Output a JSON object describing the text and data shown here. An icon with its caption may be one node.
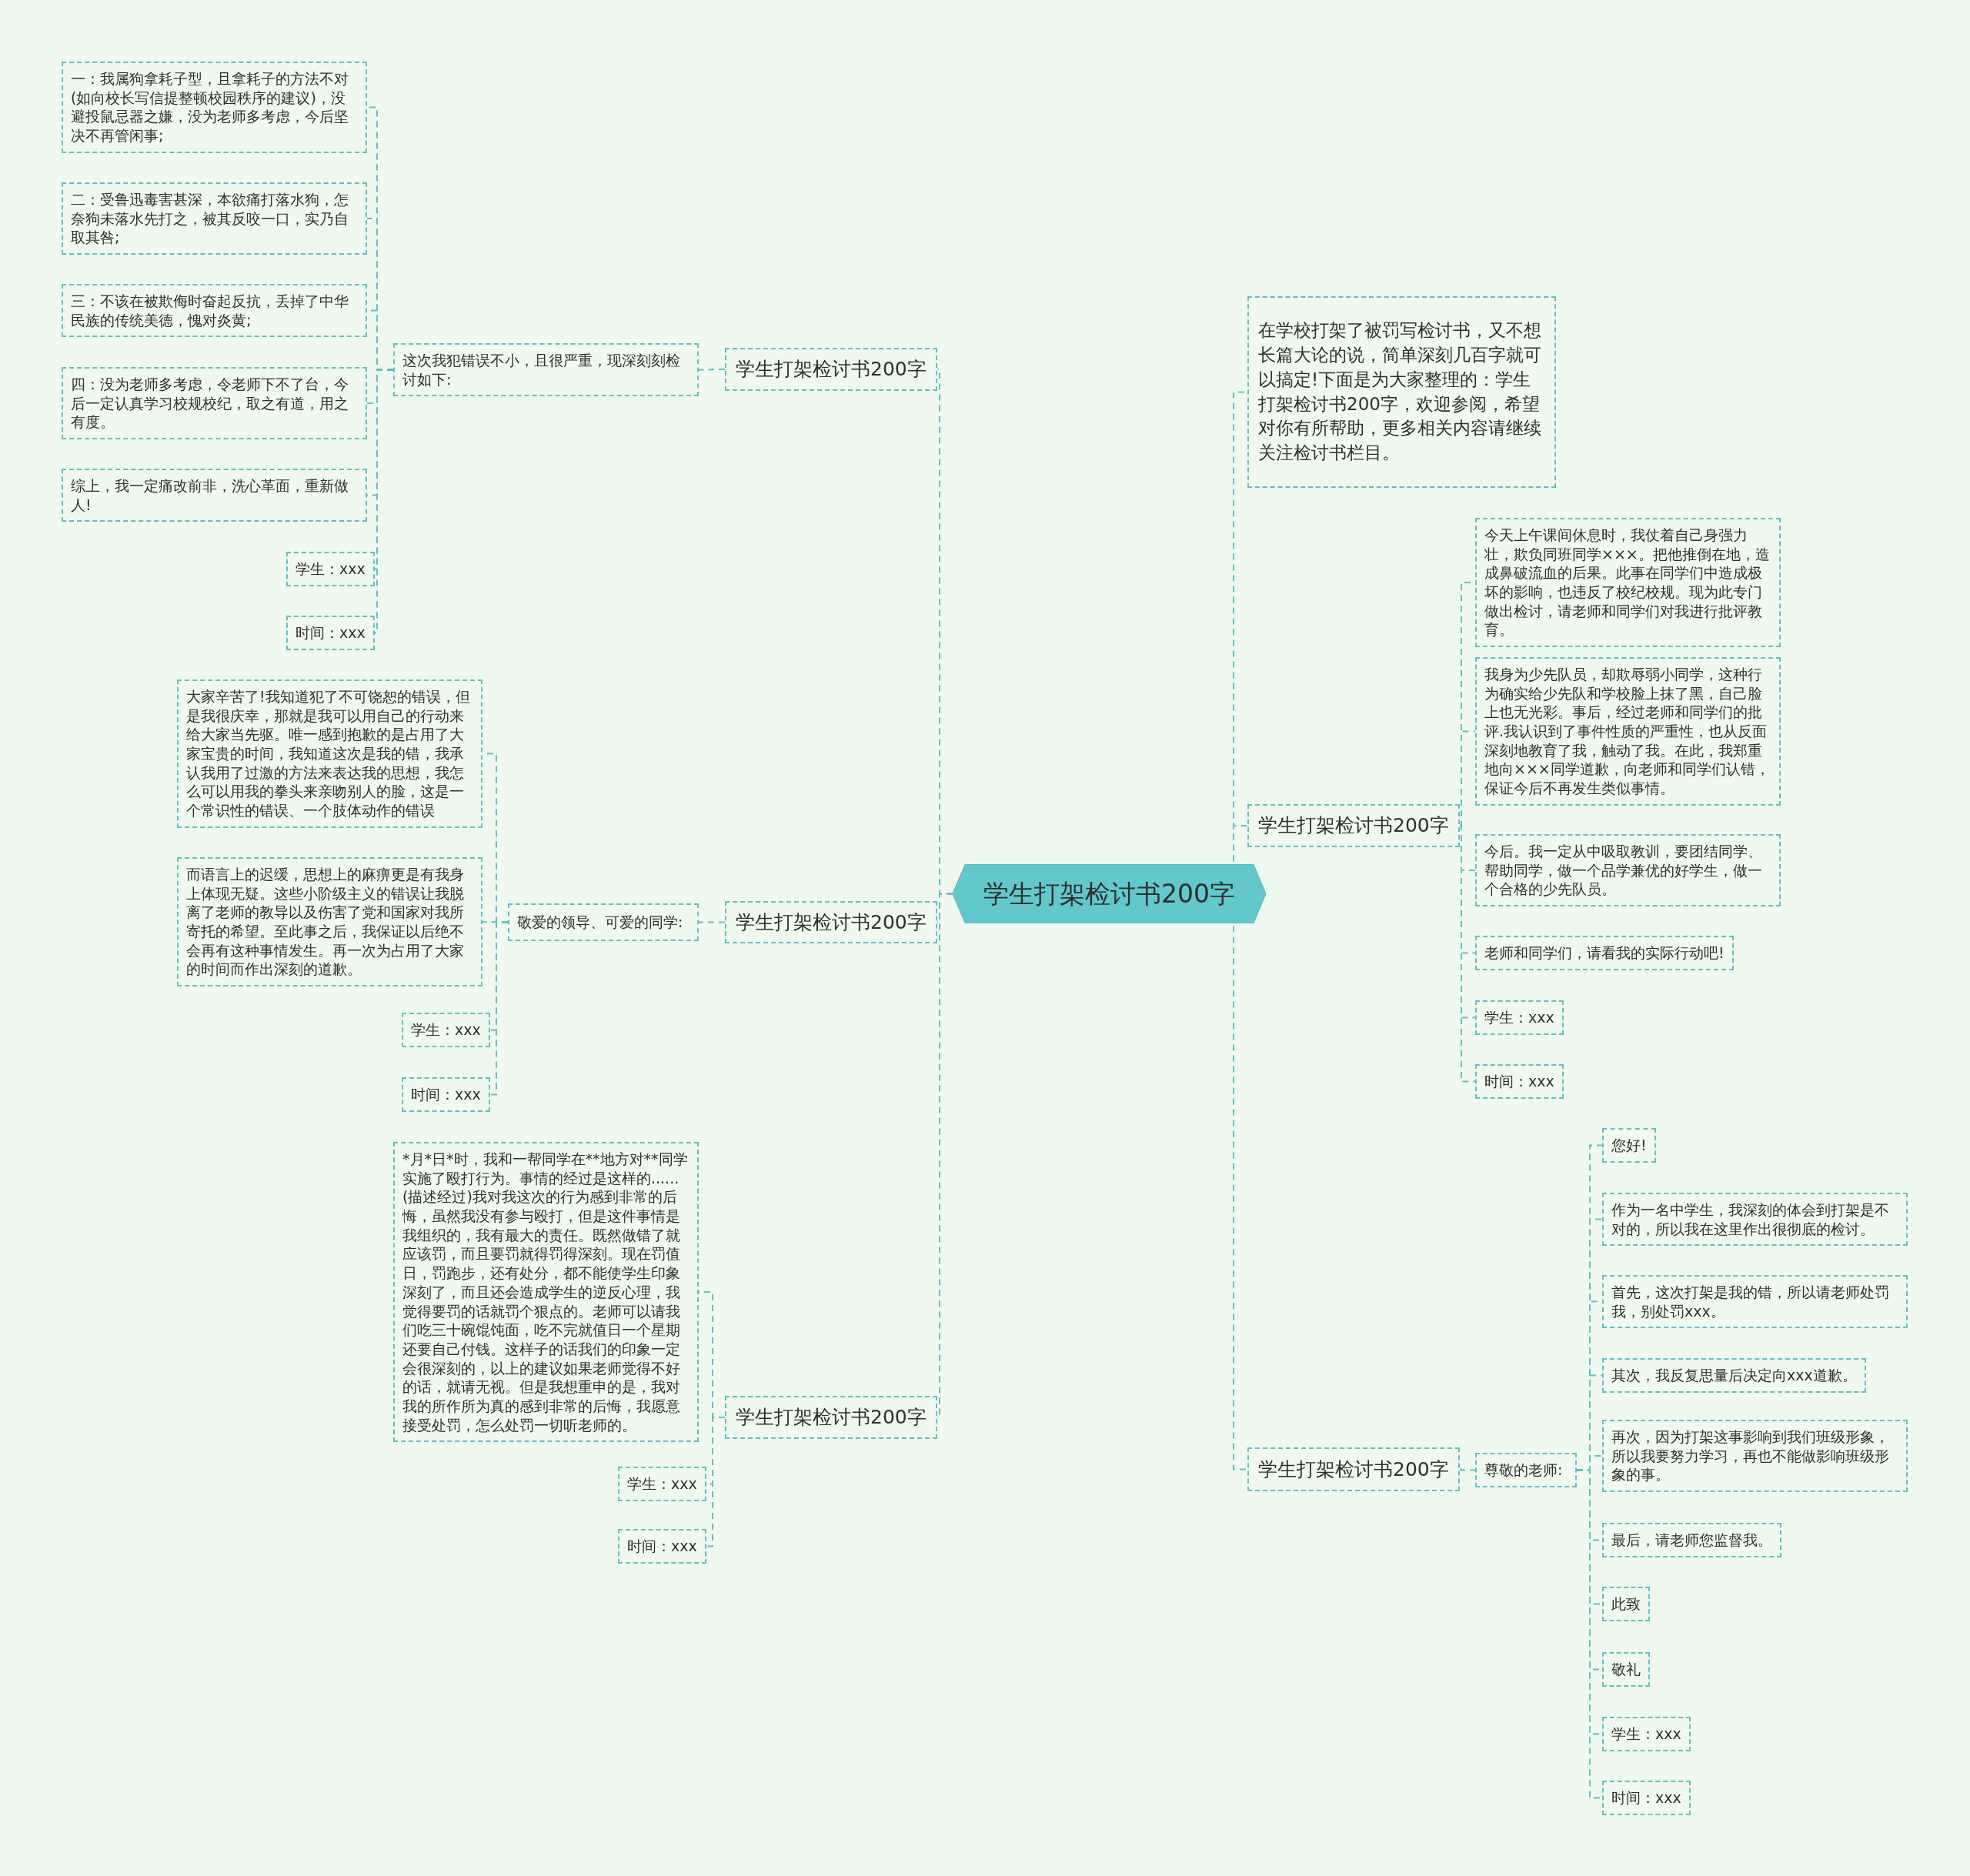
{
  "diagram": {
    "nodes": [
      {
        "text": [
          "学生打架检讨书200字"
        ]
      },
      {
        "text": [
          "学生打架检讨书200字"
        ]
      },
      {
        "text": [
          "这次我犯错误不小，且很严重，现深刻刻检讨如下:"
        ]
      },
      {
        "text": [
          "一：我属狗拿耗子型，且拿耗子的方法不对(如向校长写信提整顿校园秩序的建议)，没避投鼠忌器之嫌，没为老师多考虑，今后坚决不再管闲事;"
        ]
      },
      {
        "text": [
          "二：受鲁迅毒害甚深，本欲痛打落水狗，怎奈狗未落水先打之，被其反咬一口，实乃自取其咎;"
        ]
      },
      {
        "text": [
          "三：不该在被欺侮时奋起反抗，丢掉了中华民族的传统美德，愧对炎黄;"
        ]
      },
      {
        "text": [
          "四：没为老师多考虑，令老师下不了台，今后一定认真学习校规校纪，取之有道，用之有度。"
        ]
      },
      {
        "text": [
          "综上，我一定痛改前非，洗心革面，重新做人!"
        ]
      },
      {
        "text": [
          "学生：xxx"
        ]
      },
      {
        "text": [
          "时间：xxx"
        ]
      },
      {
        "text": [
          "学生打架检讨书200字"
        ]
      },
      {
        "text": [
          "敬爱的领导、可爱的同学:"
        ]
      },
      {
        "text": [
          "大家辛苦了!我知道犯了不可饶恕的错误，但是我很庆幸，那就是我可以用自己的行动来给大家当先驱。唯一感到抱歉的是占用了大家宝贵的时间，我知道这次是我的错，我承认我用了过激的方法来表达我的思想，我怎么可以用我的拳头来亲吻别人的脸，这是一个常识性的错误、一个肢体动作的错误"
        ]
      },
      {
        "text": [
          "而语言上的迟缓，思想上的麻痹更是有我身上体现无疑。这些小阶级主义的错误让我脱离了老师的教导以及伤害了党和国家对我所寄托的希望。至此事之后，我保证以后绝不会再有这种事情发生。再一次为占用了大家的时间而作出深刻的道歉。"
        ]
      },
      {
        "text": [
          "学生：xxx"
        ]
      },
      {
        "text": [
          "时间：xxx"
        ]
      },
      {
        "text": [
          "学生打架检讨书200字"
        ]
      },
      {
        "text": [
          "*月*日*时，我和一帮同学在**地方对**同学实施了殴打行为。事情的经过是这样的......(描述经过)我对我这次的行为感到非常的后悔，虽然我没有参与殴打，但是这件事情是我组织的，我有最大的责任。既然做错了就应该罚，而且要罚就得罚得深刻。现在罚值日，罚跑步，还有处分，都不能使学生印象深刻了，而且还会造成学生的逆反心理，我觉得要罚的话就罚个狠点的。老师可以请我们吃三十碗馄饨面，吃不完就值日一个星期还要自己付钱。这样子的话我们的印象一定会很深刻的，以上的建议如果老师觉得不好的话，就请无视。但是我想重申的是，我对我的所作所为真的感到非常的后悔，我愿意接受处罚，怎么处罚一切听老师的。"
        ]
      },
      {
        "text": [
          "学生：xxx"
        ]
      },
      {
        "text": [
          "时间：xxx"
        ]
      },
      {
        "text": [
          "在学校打架了被罚写检讨书，又不想长篇大论的说，简单深刻几百字就可以搞定!下面是为大家整理的：学生打架检讨书200字，欢迎参阅，希望对你有所帮助，更多相关内容请继续关注检讨书栏目。"
        ]
      },
      {
        "text": [
          "学生打架检讨书200字"
        ]
      },
      {
        "text": [
          "今天上午课间休息时，我仗着自己身强力壮，欺负同班同学×××。把他推倒在地，造成鼻破流血的后果。此事在同学们中造成极坏的影响，也违反了校纪校规。现为此专门做出检讨，请老师和同学们对我进行批评教育。"
        ]
      },
      {
        "text": [
          "我身为少先队员，却欺辱弱小同学，这种行为确实给少先队和学校脸上抹了黑，自己脸上也无光彩。事后，经过老师和同学们的批评.我认识到了事件性质的严重性，也从反面深刻地教育了我，触动了我。在此，我郑重地向×××同学道歉，向老师和同学们认错，保证今后不再发生类似事情。"
        ]
      },
      {
        "text": [
          "今后。我一定从中吸取教训，要团结同学、帮助同学，做一个品学兼优的好学生，做一个合格的少先队员。"
        ]
      },
      {
        "text": [
          "老师和同学们，请看我的实际行动吧!"
        ]
      },
      {
        "text": [
          "学生：xxx"
        ]
      },
      {
        "text": [
          "时间：xxx"
        ]
      },
      {
        "text": [
          "学生打架检讨书200字"
        ]
      },
      {
        "text": [
          "尊敬的老师:"
        ]
      },
      {
        "text": [
          "您好!"
        ]
      },
      {
        "text": [
          "作为一名中学生，我深刻的体会到打架是不对的，所以我在这里作出很彻底的检讨。"
        ]
      },
      {
        "text": [
          "首先，这次打架是我的错，所以请老师处罚我，别处罚xxx。"
        ]
      },
      {
        "text": [
          "其次，我反复思量后决定向xxx道歉。"
        ]
      },
      {
        "text": [
          "再次，因为打架这事影响到我们班级形象，所以我要努力学习，再也不能做影响班级形象的事。"
        ]
      },
      {
        "text": [
          "最后，请老师您监督我。"
        ]
      },
      {
        "text": [
          "此致"
        ]
      },
      {
        "text": [
          "敬礼"
        ]
      },
      {
        "text": [
          "学生：xxx"
        ]
      },
      {
        "text": [
          "时间：xxx"
        ]
      }
    ],
    "edges": [
      {
        "from": 0,
        "to": 1,
        "arrow": "none"
      },
      {
        "from": 1,
        "to": 2,
        "arrow": "none"
      },
      {
        "from": 2,
        "to": 3,
        "arrow": "none"
      },
      {
        "from": 2,
        "to": 4,
        "arrow": "none"
      },
      {
        "from": 2,
        "to": 5,
        "arrow": "none"
      },
      {
        "from": 2,
        "to": 6,
        "arrow": "none"
      },
      {
        "from": 2,
        "to": 7,
        "arrow": "none"
      },
      {
        "from": 2,
        "to": 8,
        "arrow": "none"
      },
      {
        "from": 2,
        "to": 9,
        "arrow": "none"
      },
      {
        "from": 0,
        "to": 10,
        "arrow": "none"
      },
      {
        "from": 10,
        "to": 11,
        "arrow": "none"
      },
      {
        "from": 11,
        "to": 12,
        "arrow": "none"
      },
      {
        "from": 11,
        "to": 13,
        "arrow": "none"
      },
      {
        "from": 11,
        "to": 14,
        "arrow": "none"
      },
      {
        "from": 11,
        "to": 15,
        "arrow": "none"
      },
      {
        "from": 0,
        "to": 16,
        "arrow": "none"
      },
      {
        "from": 16,
        "to": 17,
        "arrow": "none"
      },
      {
        "from": 16,
        "to": 18,
        "arrow": "none"
      },
      {
        "from": 16,
        "to": 19,
        "arrow": "none"
      },
      {
        "from": 0,
        "to": 20,
        "arrow": "none"
      },
      {
        "from": 0,
        "to": 21,
        "arrow": "none"
      },
      {
        "from": 21,
        "to": 22,
        "arrow": "none"
      },
      {
        "from": 21,
        "to": 23,
        "arrow": "none"
      },
      {
        "from": 21,
        "to": 24,
        "arrow": "none"
      },
      {
        "from": 21,
        "to": 25,
        "arrow": "none"
      },
      {
        "from": 21,
        "to": 26,
        "arrow": "none"
      },
      {
        "from": 21,
        "to": 27,
        "arrow": "none"
      },
      {
        "from": 0,
        "to": 28,
        "arrow": "none"
      },
      {
        "from": 28,
        "to": 29,
        "arrow": "none"
      },
      {
        "from": 29,
        "to": 30,
        "arrow": "none"
      },
      {
        "from": 29,
        "to": 31,
        "arrow": "none"
      },
      {
        "from": 29,
        "to": 32,
        "arrow": "none"
      },
      {
        "from": 29,
        "to": 33,
        "arrow": "none"
      },
      {
        "from": 29,
        "to": 34,
        "arrow": "none"
      },
      {
        "from": 29,
        "to": 35,
        "arrow": "none"
      },
      {
        "from": 29,
        "to": 36,
        "arrow": "none"
      },
      {
        "from": 29,
        "to": 37,
        "arrow": "none"
      },
      {
        "from": 29,
        "to": 38,
        "arrow": "none"
      },
      {
        "from": 29,
        "to": 39,
        "arrow": "none"
      }
    ]
  }
}
